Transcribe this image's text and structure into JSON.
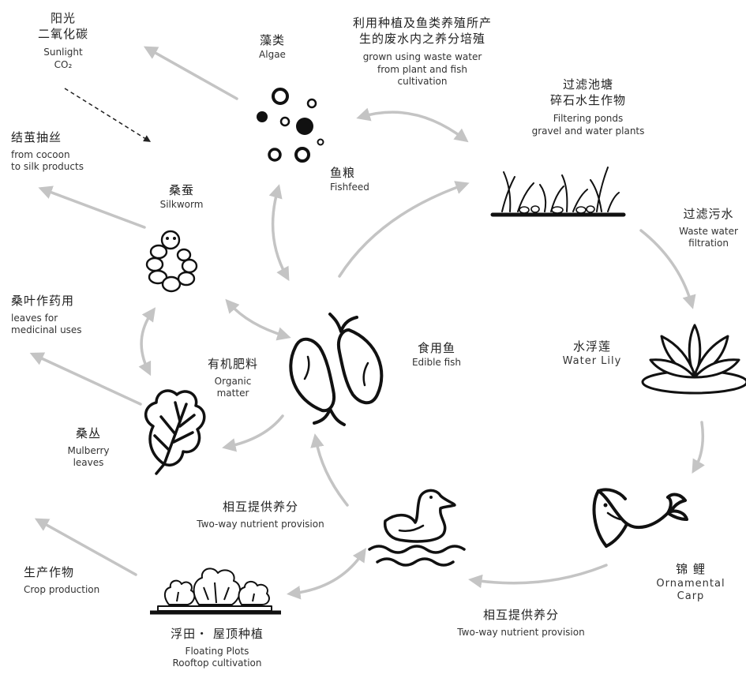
{
  "nodes": {
    "sunlight": {
      "zh1": "阳光",
      "zh2": "二氧化碳",
      "en1": "Sunlight",
      "en2": "CO₂"
    },
    "algae": {
      "zh": "藻类",
      "en": "Algae"
    },
    "wastewater_grown": {
      "zh1": "利用种植及鱼类养殖所产",
      "zh2": "生的废水内之养分培殖",
      "en1": "grown using waste water",
      "en2": "from plant and fish",
      "en3": "cultivation"
    },
    "filter_ponds": {
      "zh1": "过滤池塘",
      "zh2": "碎石水生作物",
      "en1": "Filtering ponds",
      "en2": "gravel and water plants"
    },
    "cocoon": {
      "zh": "结茧抽丝",
      "en1": "from cocoon",
      "en2": "to silk products"
    },
    "fishfeed": {
      "zh": "鱼粮",
      "en": "Fishfeed"
    },
    "silkworm": {
      "zh": "桑蚕",
      "en": "Silkworm"
    },
    "waste_filtration": {
      "zh": "过滤污水",
      "en1": "Waste water",
      "en2": "filtration"
    },
    "medicinal": {
      "zh": "桑叶作药用",
      "en1": "leaves for",
      "en2": "medicinal uses"
    },
    "edible_fish": {
      "zh": "食用鱼",
      "en": "Edible fish"
    },
    "water_lily": {
      "zh": "水浮莲",
      "en": "Water Lily"
    },
    "organic": {
      "zh": "有机肥料",
      "en1": "Organic",
      "en2": "matter"
    },
    "mulberry": {
      "zh": "桑丛",
      "en1": "Mulberry",
      "en2": "leaves"
    },
    "two_way_1": {
      "zh": "相互提供养分",
      "en": "Two-way nutrient provision"
    },
    "crop": {
      "zh": "生产作物",
      "en": "Crop production"
    },
    "carp": {
      "zh": "锦 鲤",
      "en1": "Ornamental",
      "en2": "Carp"
    },
    "two_way_2": {
      "zh": "相互提供养分",
      "en": "Two-way nutrient provision"
    },
    "floating": {
      "zh": "浮田・ 屋顶种植",
      "en1": "Floating Plots",
      "en2": "Rooftop cultivation"
    }
  },
  "colors": {
    "arrow": "#c4c4c4",
    "ink": "#111111",
    "dashed": "#222222"
  },
  "icons": [
    "algae-bubbles-icon",
    "filter-pond-reeds-icon",
    "silkworm-icon",
    "koi-pair-icon",
    "water-lily-icon",
    "oak-leaf-icon",
    "duck-icon",
    "ornamental-carp-icon",
    "lettuce-plot-icon"
  ]
}
